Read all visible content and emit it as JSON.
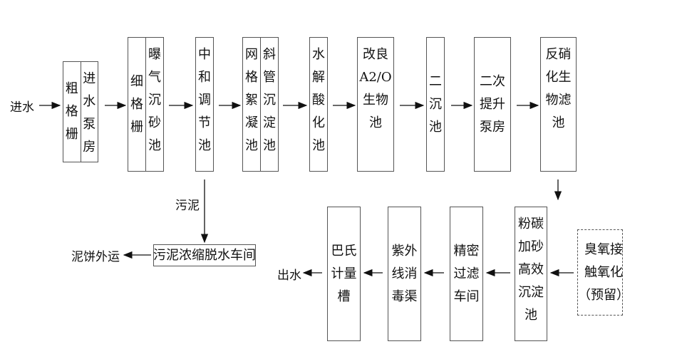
{
  "labels": {
    "inlet": "进水",
    "outlet": "出水",
    "sludge": "污泥",
    "cake": "泥饼外运"
  },
  "top_row": [
    {
      "cols": [
        [
          "粗",
          "格",
          "栅"
        ],
        [
          "进",
          "水",
          "泵",
          "房"
        ]
      ]
    },
    {
      "cols": [
        [
          "细",
          "格",
          "栅"
        ],
        [
          "曝",
          "气",
          "沉",
          "砂",
          "池"
        ]
      ]
    },
    {
      "cols": [
        [
          "中",
          "和",
          "调",
          "节",
          "池"
        ]
      ]
    },
    {
      "cols": [
        [
          "网",
          "格",
          "絮",
          "凝",
          "池"
        ],
        [
          "斜",
          "管",
          "沉",
          "淀",
          "池"
        ]
      ]
    },
    {
      "cols": [
        [
          "水",
          "解",
          "酸",
          "化",
          "池"
        ]
      ]
    },
    {
      "cols": [
        [
          "改良",
          "A2/O",
          "生物",
          "池"
        ]
      ]
    },
    {
      "cols": [
        [
          "二",
          "沉",
          "池"
        ]
      ]
    },
    {
      "cols": [
        [
          "二次",
          "提升",
          "泵房"
        ]
      ]
    },
    {
      "cols": [
        [
          "反硝",
          "化生",
          "物滤",
          "池"
        ]
      ]
    }
  ],
  "bottom_row": [
    {
      "cols": [
        [
          "巴氏",
          "计量",
          "槽"
        ]
      ]
    },
    {
      "cols": [
        [
          "紫外",
          "线消",
          "毒渠"
        ]
      ]
    },
    {
      "cols": [
        [
          "精密",
          "过滤",
          "车间"
        ]
      ]
    },
    {
      "cols": [
        [
          "粉碳",
          "加砂",
          "高效",
          "沉淀",
          "池"
        ]
      ]
    },
    {
      "cols": [
        [
          "臭氧接",
          "触氧化",
          "（预留）"
        ]
      ]
    }
  ],
  "sludge_box": "污泥浓缩脱水车间"
}
